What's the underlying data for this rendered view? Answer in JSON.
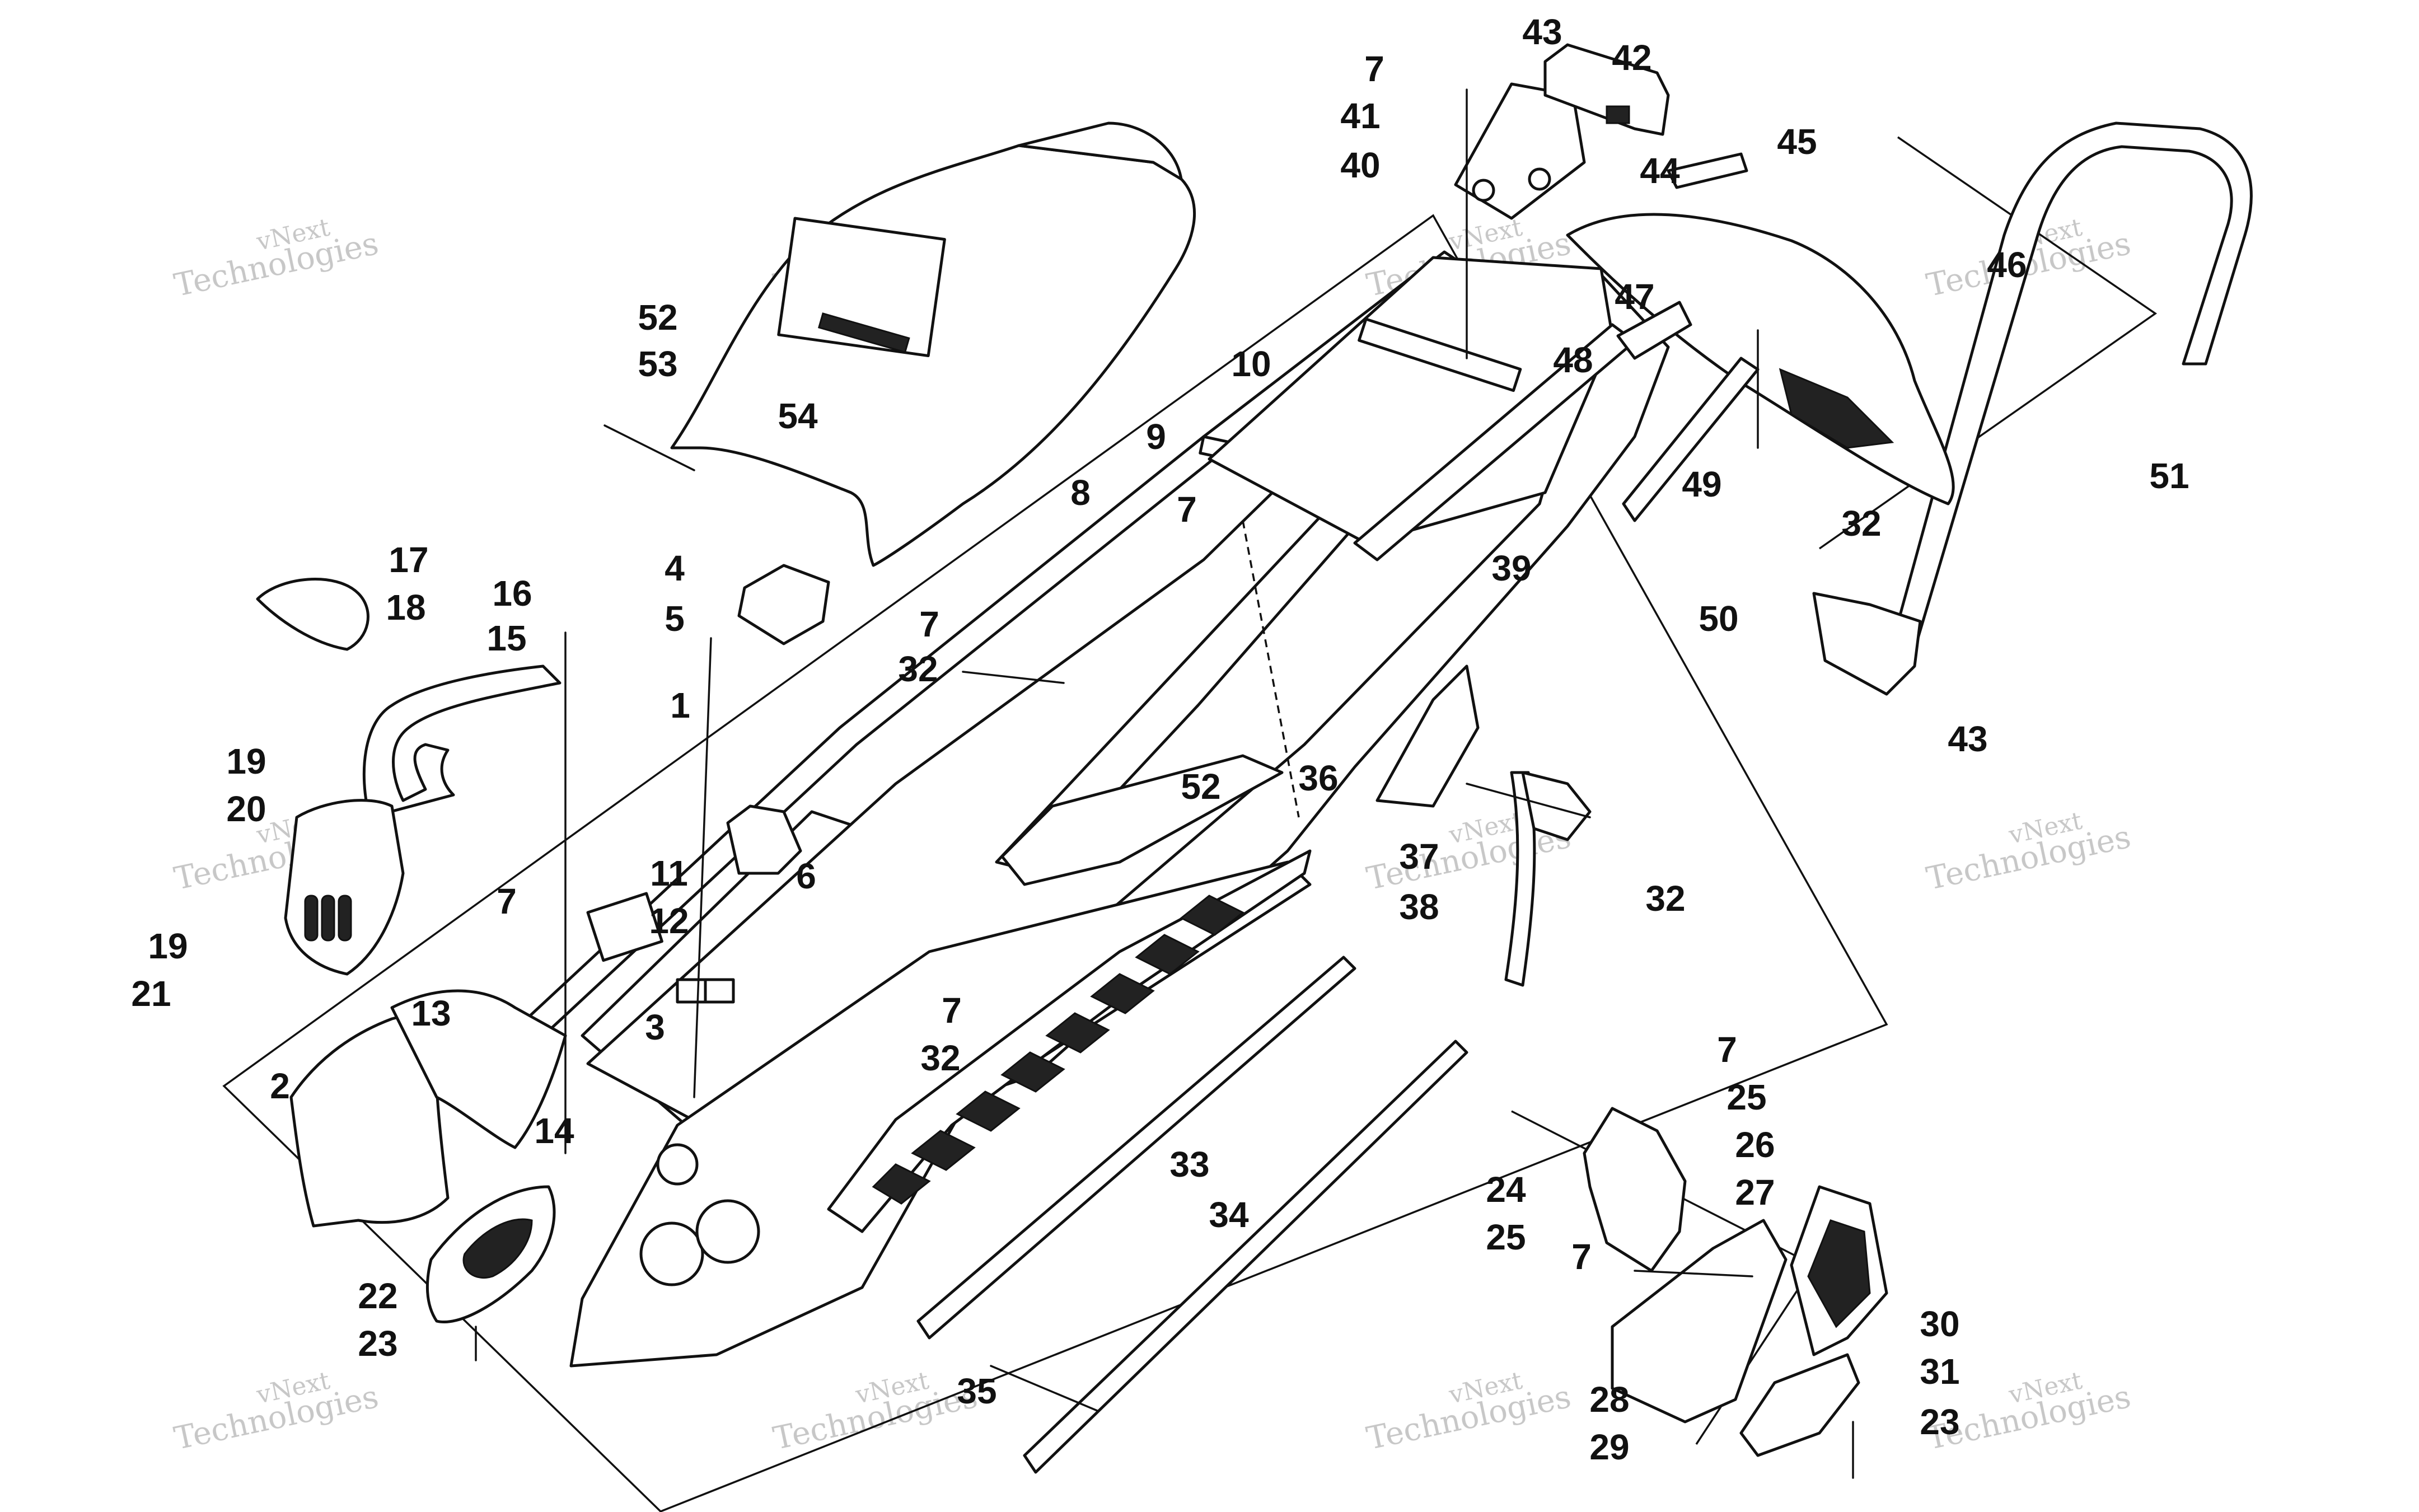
{
  "watermark": {
    "line1": "vNext",
    "line2": "Technologies",
    "line3": "vNext Technologies"
  },
  "callouts": [
    {
      "id": "c1",
      "label": "1"
    },
    {
      "id": "c2",
      "label": "2"
    },
    {
      "id": "c3",
      "label": "3"
    },
    {
      "id": "c4",
      "label": "4"
    },
    {
      "id": "c5",
      "label": "5"
    },
    {
      "id": "c6",
      "label": "6"
    },
    {
      "id": "c7a",
      "label": "7"
    },
    {
      "id": "c7b",
      "label": "7"
    },
    {
      "id": "c7c",
      "label": "7"
    },
    {
      "id": "c7d",
      "label": "7"
    },
    {
      "id": "c7e",
      "label": "7"
    },
    {
      "id": "c7f",
      "label": "7"
    },
    {
      "id": "c7g",
      "label": "7"
    },
    {
      "id": "c8",
      "label": "8"
    },
    {
      "id": "c9",
      "label": "9"
    },
    {
      "id": "c10",
      "label": "10"
    },
    {
      "id": "c11",
      "label": "11"
    },
    {
      "id": "c12",
      "label": "12"
    },
    {
      "id": "c13",
      "label": "13"
    },
    {
      "id": "c14",
      "label": "14"
    },
    {
      "id": "c15",
      "label": "15"
    },
    {
      "id": "c16",
      "label": "16"
    },
    {
      "id": "c17",
      "label": "17"
    },
    {
      "id": "c18",
      "label": "18"
    },
    {
      "id": "c19a",
      "label": "19"
    },
    {
      "id": "c19b",
      "label": "19"
    },
    {
      "id": "c20",
      "label": "20"
    },
    {
      "id": "c21",
      "label": "21"
    },
    {
      "id": "c22",
      "label": "22"
    },
    {
      "id": "c23a",
      "label": "23"
    },
    {
      "id": "c23b",
      "label": "23"
    },
    {
      "id": "c24",
      "label": "24"
    },
    {
      "id": "c25a",
      "label": "25"
    },
    {
      "id": "c25b",
      "label": "25"
    },
    {
      "id": "c26",
      "label": "26"
    },
    {
      "id": "c27",
      "label": "27"
    },
    {
      "id": "c28",
      "label": "28"
    },
    {
      "id": "c29",
      "label": "29"
    },
    {
      "id": "c30",
      "label": "30"
    },
    {
      "id": "c31",
      "label": "31"
    },
    {
      "id": "c32a",
      "label": "32"
    },
    {
      "id": "c32b",
      "label": "32"
    },
    {
      "id": "c32c",
      "label": "32"
    },
    {
      "id": "c32d",
      "label": "32"
    },
    {
      "id": "c33",
      "label": "33"
    },
    {
      "id": "c34",
      "label": "34"
    },
    {
      "id": "c35",
      "label": "35"
    },
    {
      "id": "c36",
      "label": "36"
    },
    {
      "id": "c37",
      "label": "37"
    },
    {
      "id": "c38",
      "label": "38"
    },
    {
      "id": "c39",
      "label": "39"
    },
    {
      "id": "c40",
      "label": "40"
    },
    {
      "id": "c41",
      "label": "41"
    },
    {
      "id": "c42",
      "label": "42"
    },
    {
      "id": "c43a",
      "label": "43"
    },
    {
      "id": "c43b",
      "label": "43"
    },
    {
      "id": "c44",
      "label": "44"
    },
    {
      "id": "c45",
      "label": "45"
    },
    {
      "id": "c46",
      "label": "46"
    },
    {
      "id": "c47",
      "label": "47"
    },
    {
      "id": "c48",
      "label": "48"
    },
    {
      "id": "c49",
      "label": "49"
    },
    {
      "id": "c50",
      "label": "50"
    },
    {
      "id": "c51",
      "label": "51"
    },
    {
      "id": "c52a",
      "label": "52"
    },
    {
      "id": "c52b",
      "label": "52"
    },
    {
      "id": "c53",
      "label": "53"
    },
    {
      "id": "c54",
      "label": "54"
    }
  ]
}
